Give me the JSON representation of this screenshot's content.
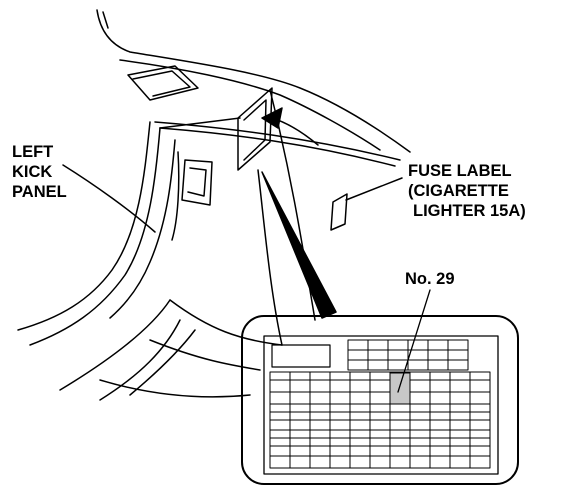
{
  "labels": {
    "left_kick_panel": [
      "LEFT",
      "KICK",
      "PANEL"
    ],
    "fuse_label": [
      "FUSE LABEL",
      "(CIGARETTE",
      "LIGHTER 15A)"
    ],
    "fuse_number": "No. 29"
  },
  "colors": {
    "line": "#000000",
    "background": "#ffffff",
    "highlight": "#c8c8c8"
  }
}
